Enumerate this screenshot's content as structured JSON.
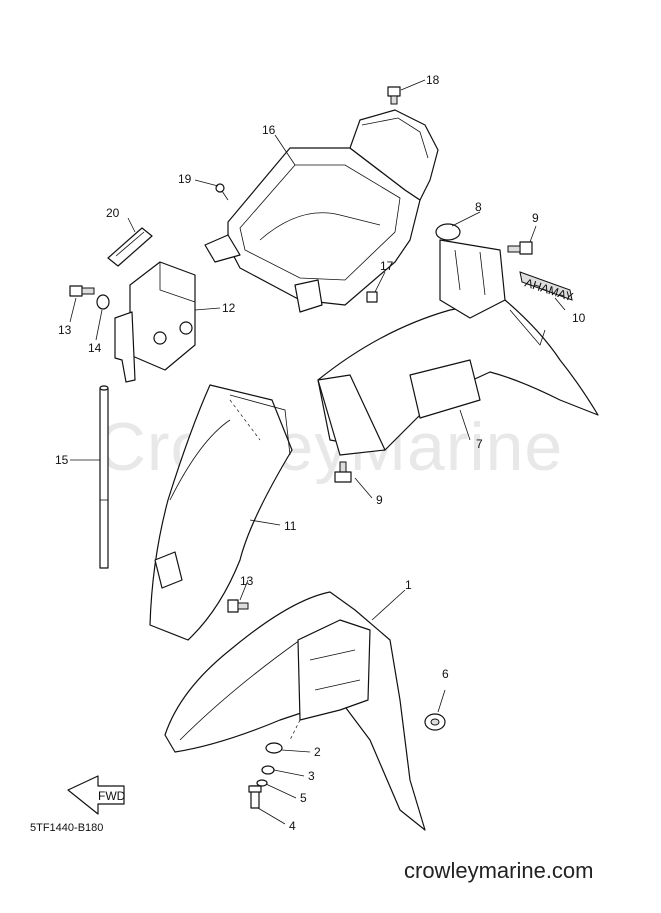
{
  "watermark": "CrowleyMarine",
  "diagram_code": "5TF1440-B180",
  "site_url": "crowleymarine.com",
  "fwd_label": "FWD",
  "decal_label": "AHAMAY",
  "callouts": {
    "c1": "1",
    "c2": "2",
    "c3": "3",
    "c4": "4",
    "c5": "5",
    "c6": "6",
    "c7": "7",
    "c8": "8",
    "c9a": "9",
    "c9b": "9",
    "c10": "10",
    "c11": "11",
    "c12": "12",
    "c13a": "13",
    "c13b": "13",
    "c14": "14",
    "c15": "15",
    "c16": "16",
    "c17": "17",
    "c18": "18",
    "c19": "19",
    "c20": "20"
  }
}
